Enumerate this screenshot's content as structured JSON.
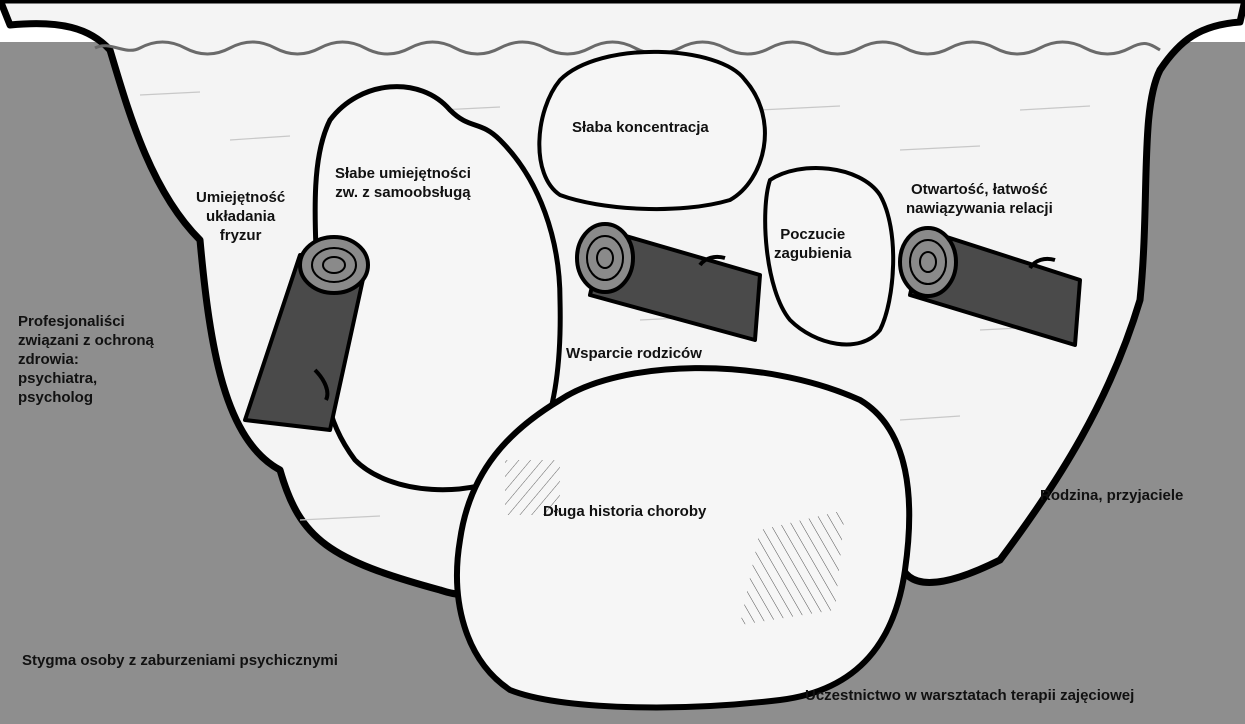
{
  "colors": {
    "bank": "#8e8e8e",
    "water": "#f4f4f4",
    "outline": "#000000",
    "log": "#4a4a4a",
    "text": "#111111"
  },
  "labels": {
    "slaba_koncentracja": "Słaba koncentracja",
    "slabe_umiejetnosci_line1": "Słabe umiejętności",
    "slabe_umiejetnosci_line2": "zw. z samoobsługą",
    "umiejetnosc_line1": "Umiejętność",
    "umiejetnosc_line2": "układania",
    "umiejetnosc_line3": "fryzur",
    "otwartosc_line1": "Otwartość, łatwość",
    "otwartosc_line2": "nawiązywania relacji",
    "poczucie_line1": "Poczucie",
    "poczucie_line2": "zagubienia",
    "profesjonalisci_line1": "Profesjonaliści",
    "profesjonalisci_line2": "związani z ochroną",
    "profesjonalisci_line3": "zdrowia:",
    "profesjonalisci_line4": "psychiatra,",
    "profesjonalisci_line5": "psycholog",
    "wsparcie_rodzicow": "Wsparcie rodziców",
    "dluga_historia": "Długa historia choroby",
    "rodzina": "Rodzina, przyjaciele",
    "stygma": "Stygma osoby z zaburzeniami psychicznymi",
    "uczestnictwo": "Uczestnictwo w warsztatach terapii zajęciowej"
  }
}
